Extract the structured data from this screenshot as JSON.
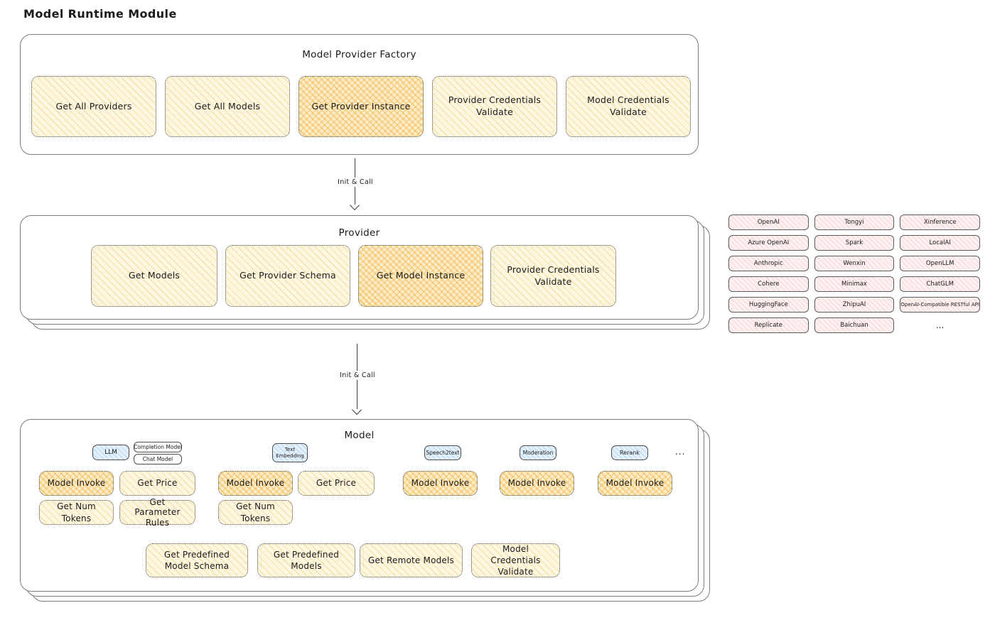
{
  "title": "Model Runtime Module",
  "colors": {
    "outer_stroke": "#7a7a7a",
    "box_stroke": "#4a4a4a",
    "yellow": "#fdf7e2",
    "yellow_emphasis": "#fbedc9",
    "pink": "#fdf1f1",
    "blue": "#e4f0fa",
    "text": "#1b1b1b"
  },
  "arrows": [
    {
      "label": "Init & Call"
    },
    {
      "label": "Init & Call"
    }
  ],
  "factory": {
    "title": "Model Provider Factory",
    "methods": [
      {
        "label": "Get All Providers",
        "emphasis": false
      },
      {
        "label": "Get All Models",
        "emphasis": false
      },
      {
        "label": "Get Provider Instance",
        "emphasis": true
      },
      {
        "label": "Provider Credentials Validate",
        "emphasis": false
      },
      {
        "label": "Model Credentials Validate",
        "emphasis": false
      }
    ]
  },
  "provider": {
    "title": "Provider",
    "methods": [
      {
        "label": "Get Models",
        "emphasis": false
      },
      {
        "label": "Get Provider Schema",
        "emphasis": false
      },
      {
        "label": "Get Model Instance",
        "emphasis": true
      },
      {
        "label": "Provider Credentials Validate",
        "emphasis": false
      }
    ]
  },
  "providers": {
    "items": [
      "OpenAI",
      "Tongyi",
      "Xinference",
      "Azure OpenAI",
      "Spark",
      "LocalAI",
      "Anthropic",
      "Wenxin",
      "OpenLLM",
      "Cohere",
      "Minimax",
      "ChatGLM",
      "HuggingFace",
      "ZhipuAI",
      "OpenAI-Compatible RESTful API",
      "Replicate",
      "Baichuan"
    ],
    "more": "..."
  },
  "model": {
    "title": "Model",
    "tabs": {
      "llm": "LLM",
      "completion_model": "Completion Model",
      "chat_model": "Chat Model",
      "text_embedding": "Text Embedding",
      "speech2text": "Speech2text",
      "moderation": "Moderation",
      "rerank": "Rerank",
      "more": "..."
    },
    "methods": [
      {
        "label": "Model Invoke",
        "emphasis": true
      },
      {
        "label": "Get Price",
        "emphasis": false
      },
      {
        "label": "Model Invoke",
        "emphasis": true
      },
      {
        "label": "Get Price",
        "emphasis": false
      },
      {
        "label": "Model Invoke",
        "emphasis": true
      },
      {
        "label": "Model Invoke",
        "emphasis": true
      },
      {
        "label": "Model Invoke",
        "emphasis": true
      },
      {
        "label": "Get Num Tokens",
        "emphasis": false
      },
      {
        "label": "Get Parameter Rules",
        "emphasis": false
      },
      {
        "label": "Get Num Tokens",
        "emphasis": false
      }
    ],
    "bottom_methods": [
      {
        "label": "Get Predefined Model Schema"
      },
      {
        "label": "Get Predefined Models"
      },
      {
        "label": "Get Remote Models"
      },
      {
        "label": "Model Credentials Validate"
      }
    ]
  }
}
